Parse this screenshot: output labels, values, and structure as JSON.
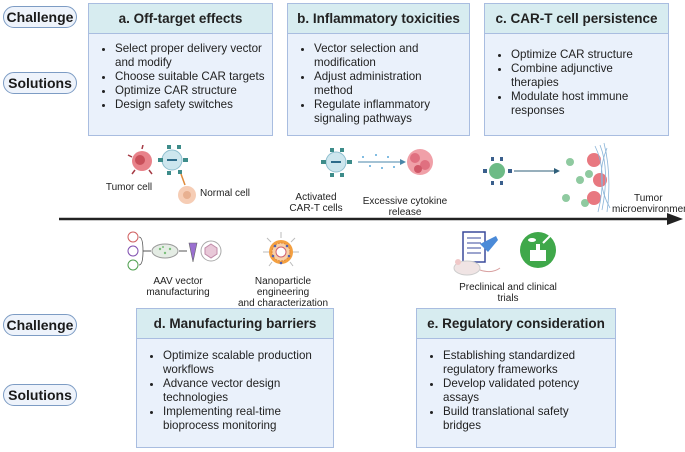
{
  "labels": {
    "challenge": "Challenge",
    "solutions": "Solutions"
  },
  "boxes": [
    {
      "title": "a. Off-target effects",
      "items": [
        "Select proper delivery vector and modify",
        "Choose suitable CAR targets",
        "Optimize CAR structure",
        "Design safety switches"
      ]
    },
    {
      "title": "b. Inflammatory toxicities",
      "items": [
        "Vector selection and modification",
        "Adjust administration method",
        "Regulate inflammatory signaling pathways"
      ]
    },
    {
      "title": "c. CAR-T cell persistence",
      "items": [
        "Optimize CAR structure",
        "Combine adjunctive therapies",
        "Modulate host immune responses"
      ]
    },
    {
      "title": "d. Manufacturing barriers",
      "items": [
        "Optimize scalable production workflows",
        "Advance vector design technologies",
        "Implementing real-time bioprocess monitoring"
      ]
    },
    {
      "title": "e. Regulatory consideration",
      "items": [
        "Establishing standardized regulatory frameworks",
        "Develop validated potency assays",
        "Build translational safety bridges"
      ]
    }
  ],
  "illustrations": {
    "tumor_cell": "Tumor cell",
    "normal_cell": "Normal cell",
    "activated_cart_line1": "Activated",
    "activated_cart_line2": "CAR-T cells",
    "cytokine_line1": "Excessive cytokine",
    "cytokine_line2": "release",
    "tme_line1": "Tumor",
    "tme_line2": "microenvironment",
    "aav_line1": "AAV vector",
    "aav_line2": "manufacturing",
    "nano_line1": "Nanoparticle engineering",
    "nano_line2": "and characterization",
    "trials": "Preclinical and clinical trials"
  },
  "colors": {
    "box_header": "#d7ecf0",
    "box_body": "#eaf1fb",
    "box_border": "#a9bde0",
    "pill_border": "#7d9cc4"
  }
}
